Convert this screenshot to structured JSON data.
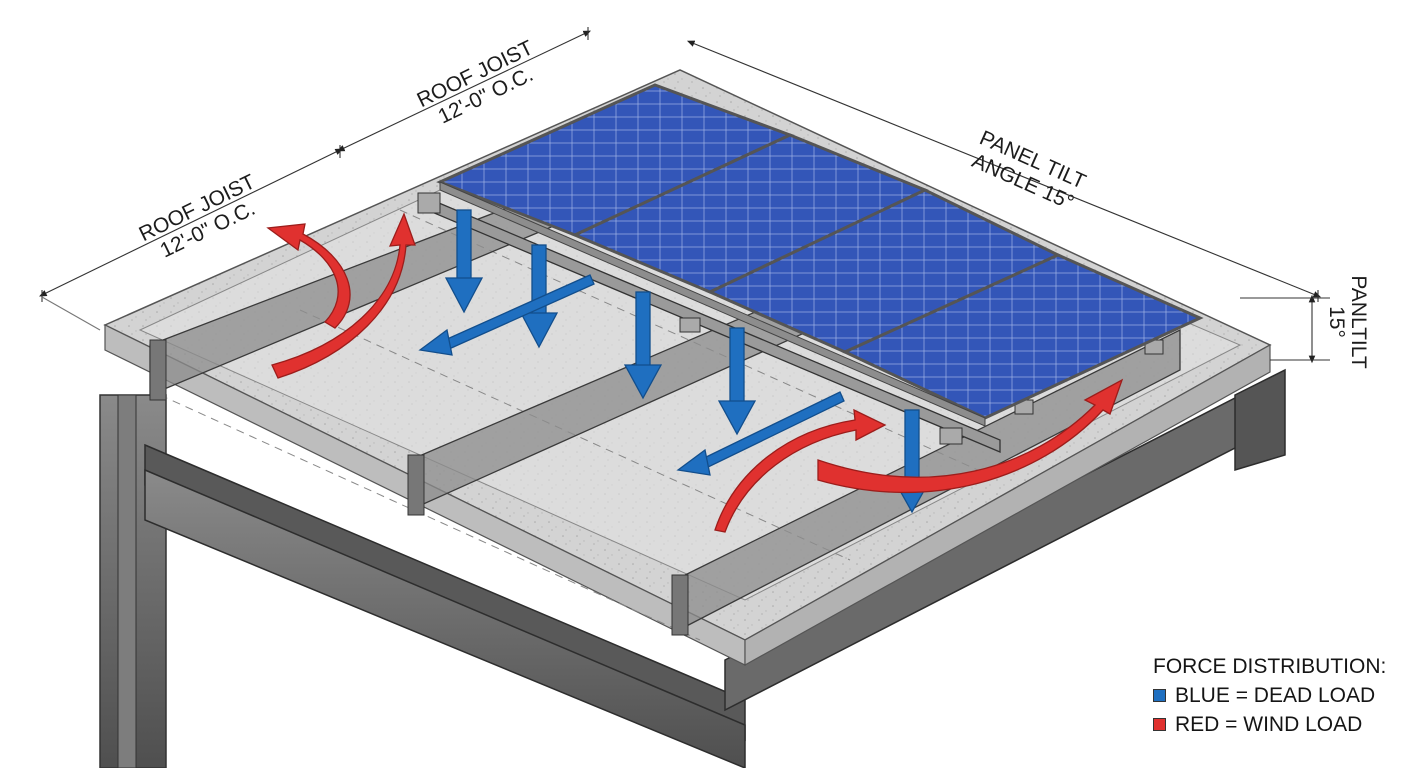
{
  "dimensions": {
    "joist_left": {
      "line1": "ROOF JOIST",
      "line2": "12'-0\" O.C."
    },
    "joist_mid": {
      "line1": "ROOF JOIST",
      "line2": "12'-0\" O.C."
    },
    "panel_tilt": {
      "line1": "PANEL TILT",
      "line2": "ANGLE 15°"
    },
    "side_tilt": {
      "line1": "PANLTILT",
      "line2": "15°"
    }
  },
  "legend": {
    "title": "FORCE DISTRIBUTION:",
    "items": [
      {
        "label": "BLUE = DEAD LOAD",
        "color": "#1f6fc0"
      },
      {
        "label": "RED = WIND LOAD",
        "color": "#e0312f"
      }
    ]
  },
  "colors": {
    "dead_load": "#1f6fc0",
    "wind_load": "#e0312f",
    "steel": "#6b6b6b",
    "concrete": "#cfcfcf",
    "panel": "#2f4fb0"
  }
}
